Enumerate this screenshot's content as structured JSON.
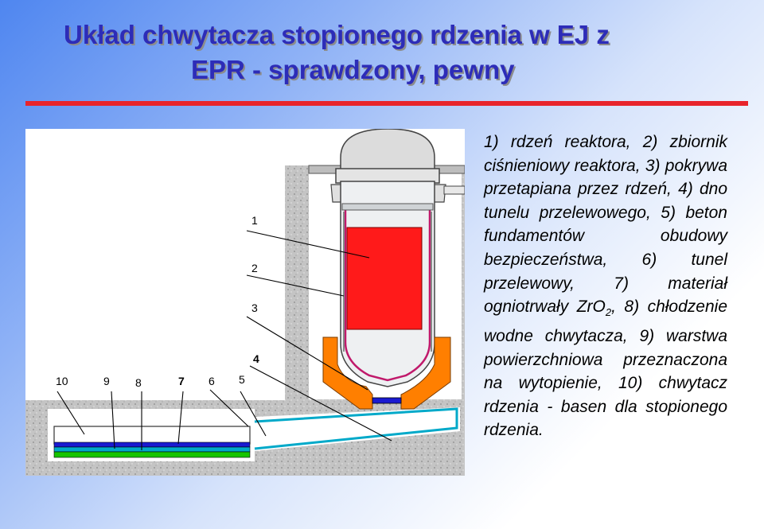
{
  "title": {
    "line1": "Układ chwytacza stopionego rdzenia w EJ z",
    "line2": "EPR -  sprawdzony, pewny"
  },
  "diagram": {
    "labels": [
      "1",
      "2",
      "3",
      "4",
      "5",
      "6",
      "7",
      "8",
      "9",
      "10"
    ]
  },
  "description": {
    "part1": "1) rdzeń reaktora, 2) zbiornik ciśnieniowy reaktora, 3) pokrywa przetapiana przez rdzeń, 4) dno tunelu przelewowego, 5) beton fundamentów obudowy bezpieczeństwa, 6) tunel przelewowy, 7) materiał ogniotrwały ZrO",
    "sub": "2",
    "part2": ", 8) chłodzenie wodne chwytacza, 9) warstwa powierzchniowa przeznaczona na wytopienie, 10) chwytacz rdzenia - basen dla stopionego rdzenia."
  },
  "colors": {
    "title": "#2d2cb8",
    "rule": "#e8242b",
    "core": "#ff1a1a",
    "vessel_line": "#c0196b",
    "melt_plug": "#ff7f00",
    "water": "#00a9c9",
    "refractory": "#18c400",
    "concrete": "#c8c8c8"
  }
}
